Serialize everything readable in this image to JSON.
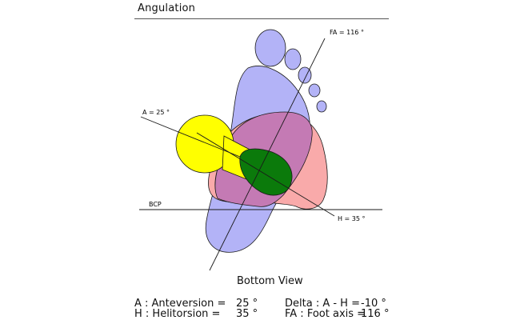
{
  "header": {
    "title": "Angulation"
  },
  "diagram": {
    "caption": "Bottom View",
    "labels": {
      "fa": "FA = 116 °",
      "a": "A = 25 °",
      "bcp": "BCP",
      "h": "H = 35 °"
    },
    "colors": {
      "foot": "#b3b3f7",
      "pelvis": "#f9aaaa",
      "overlap": "#c47ab4",
      "head": "#ffff00",
      "neck": "#0b7a0b",
      "outline": "#1a1a1a"
    }
  },
  "stats": {
    "anteversion": {
      "label": "A : Anteversion =",
      "value": "25 °"
    },
    "helitorsion": {
      "label": "H : Helitorsion =",
      "value": "35 °"
    },
    "delta": {
      "label": "Delta : A - H =",
      "value": "-10 °"
    },
    "foot_axis": {
      "label": "FA : Foot axis =",
      "value": "116 °"
    }
  }
}
